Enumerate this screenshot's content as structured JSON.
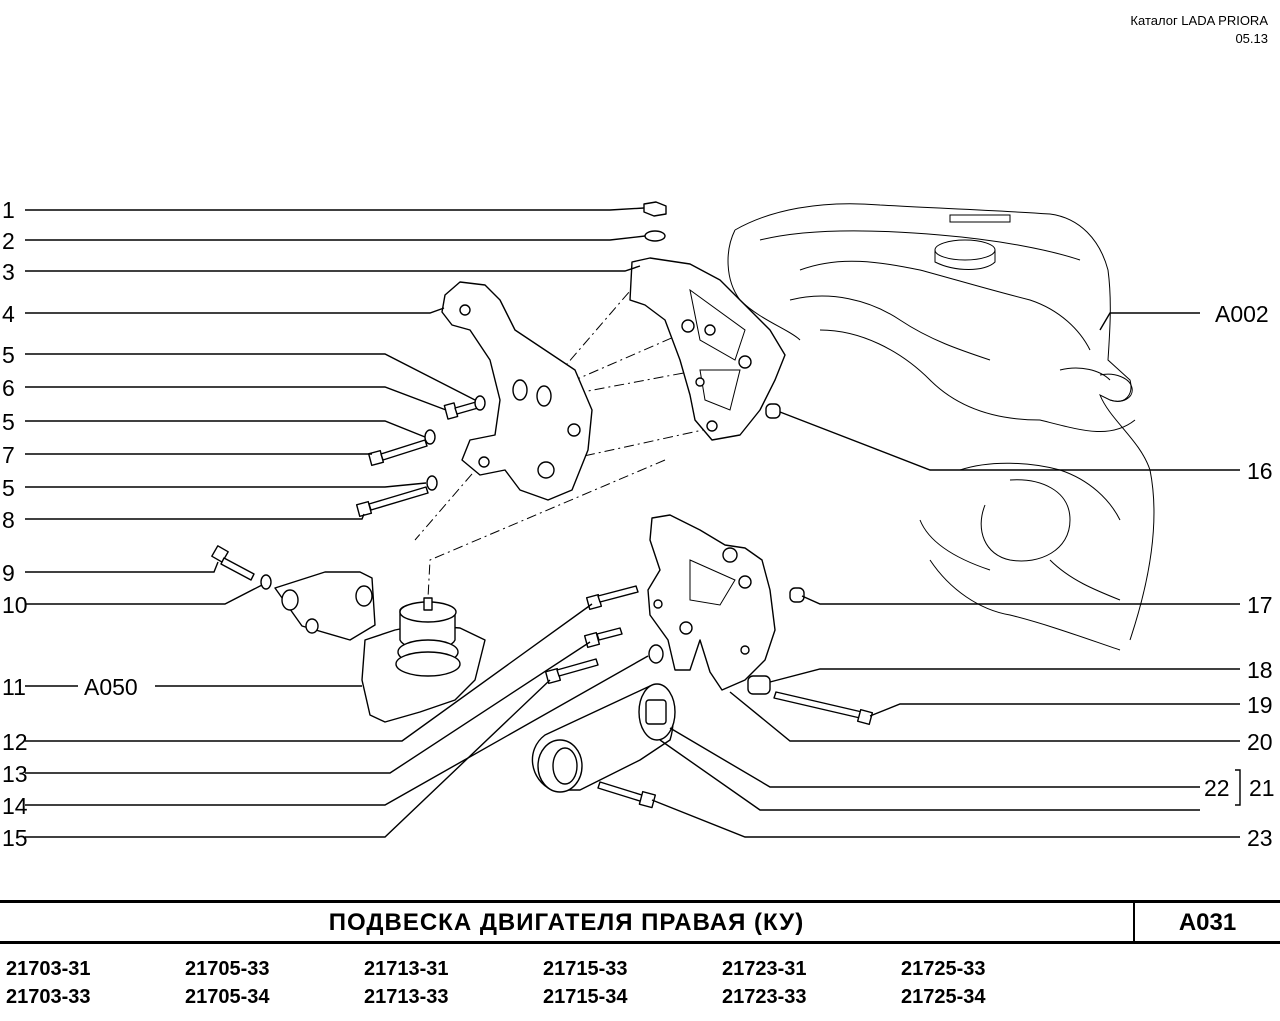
{
  "header": {
    "catalog": "Каталог  LADA  PRIORA",
    "date": "05.13"
  },
  "callouts_left": [
    "1",
    "2",
    "3",
    "4",
    "5",
    "6",
    "5",
    "7",
    "5",
    "8",
    "9",
    "10",
    "11",
    "12",
    "13",
    "14",
    "15"
  ],
  "callouts_right": [
    "16",
    "17",
    "18",
    "19",
    "20",
    "22",
    "21",
    "23"
  ],
  "refs": {
    "left": "A050",
    "right": "A002"
  },
  "title": {
    "text": "ПОДВЕСКА   ДВИГАТЕЛЯ   ПРАВАЯ  (КУ)",
    "code": "A031"
  },
  "models": [
    [
      "21703-31",
      "21705-33",
      "21713-31",
      "21715-33",
      "21723-31",
      "21725-33"
    ],
    [
      "21703-33",
      "21705-34",
      "21713-33",
      "21715-34",
      "21723-33",
      "21725-34"
    ]
  ]
}
